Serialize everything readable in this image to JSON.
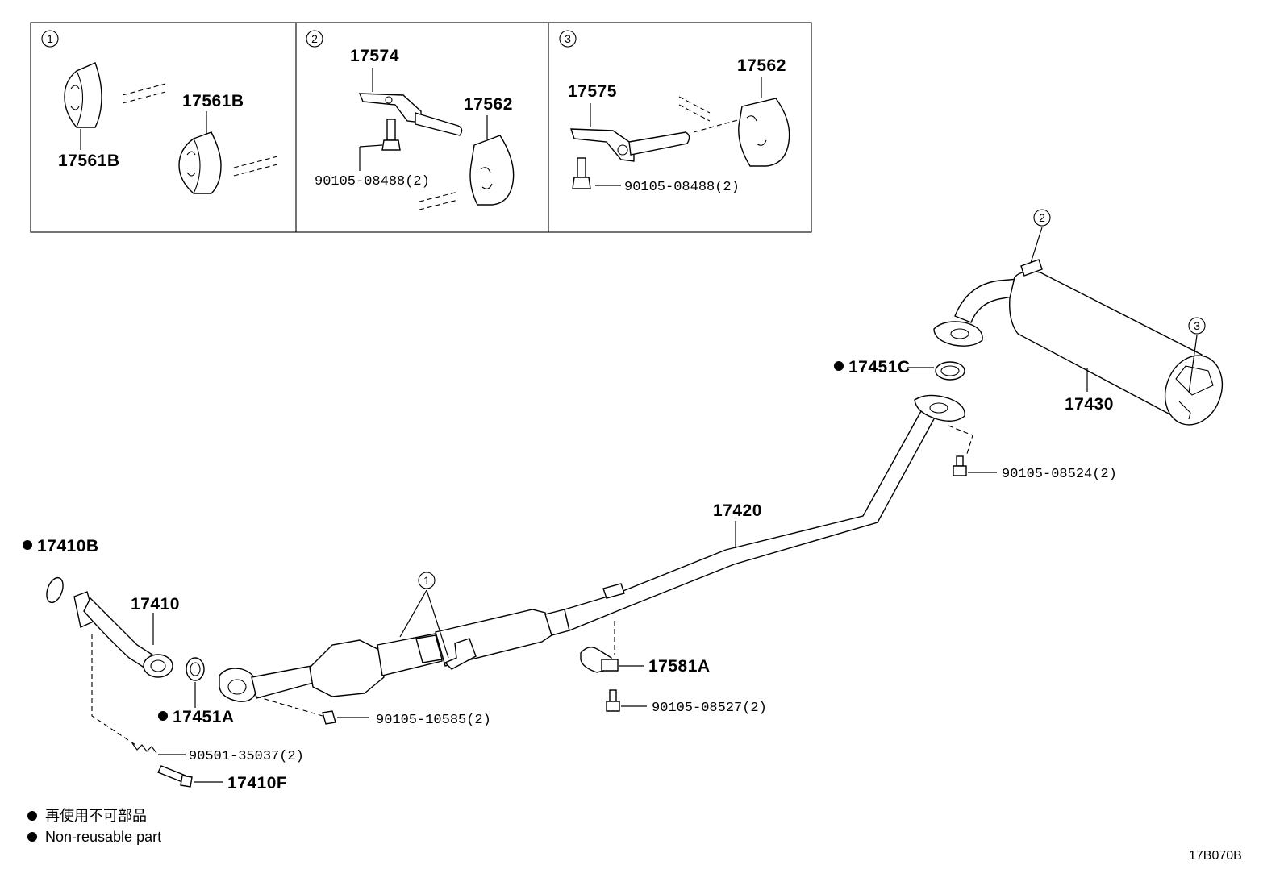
{
  "panels": [
    {
      "number": "1",
      "labels": [
        "17561B",
        "17561B"
      ]
    },
    {
      "number": "2",
      "labels": [
        "17574",
        "17562",
        "90105-08488(2)"
      ]
    },
    {
      "number": "3",
      "labels": [
        "17575",
        "17562",
        "90105-08488(2)"
      ]
    }
  ],
  "callouts": {
    "p17410B": "17410B",
    "p17410": "17410",
    "p17451A": "17451A",
    "p90501": "90501-35037(2)",
    "p17410F": "17410F",
    "p90105_10585": "90105-10585(2)",
    "p17420": "17420",
    "p17581A": "17581A",
    "p90105_08527": "90105-08527(2)",
    "p17451C": "17451C",
    "p17430": "17430",
    "p90105_08524": "90105-08524(2)",
    "ref1": "1",
    "ref2": "2",
    "ref3": "3"
  },
  "legend": {
    "line1": "再使用不可部品",
    "line2": "Non-reusable part"
  },
  "diagram_code": "17B070B"
}
